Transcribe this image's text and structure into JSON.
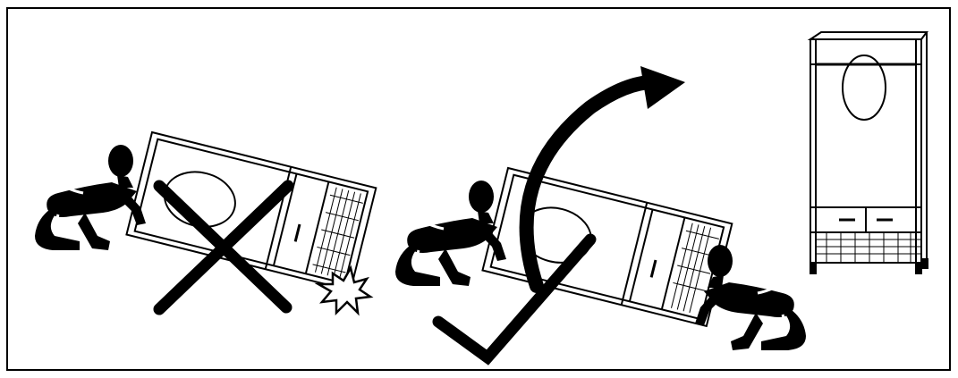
{
  "colors": {
    "ink": "#000000",
    "paper": "#ffffff"
  },
  "panels": {
    "wrong": {
      "mark": "cross-mark-icon",
      "hazard": "impact-burst-icon",
      "people": 1
    },
    "right": {
      "mark": "check-mark-icon",
      "motion": "curved-arrow-icon",
      "people": 2
    },
    "result": {
      "object": "upright-wardrobe"
    }
  }
}
